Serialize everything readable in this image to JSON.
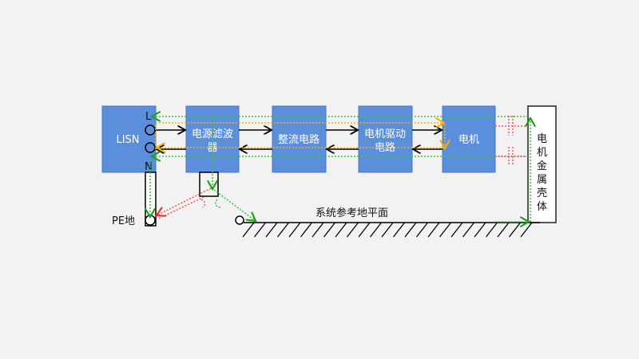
{
  "blocks": {
    "lisn": "LISN",
    "filter_l1": "电源滤波",
    "filter_l2": "器",
    "rectifier": "整流电路",
    "driver_l1": "电机驱动",
    "driver_l2": "电路",
    "motor": "电机"
  },
  "housing": [
    "电",
    "机",
    "金",
    "属",
    "壳",
    "体"
  ],
  "labels": {
    "L": "L",
    "N": "N",
    "pe": "PE地",
    "ground": "系统参考地平面"
  },
  "colors": {
    "block": "#5b8fdc",
    "green": "#3cc43c",
    "orange": "#f5b400",
    "red": "#f06060"
  }
}
